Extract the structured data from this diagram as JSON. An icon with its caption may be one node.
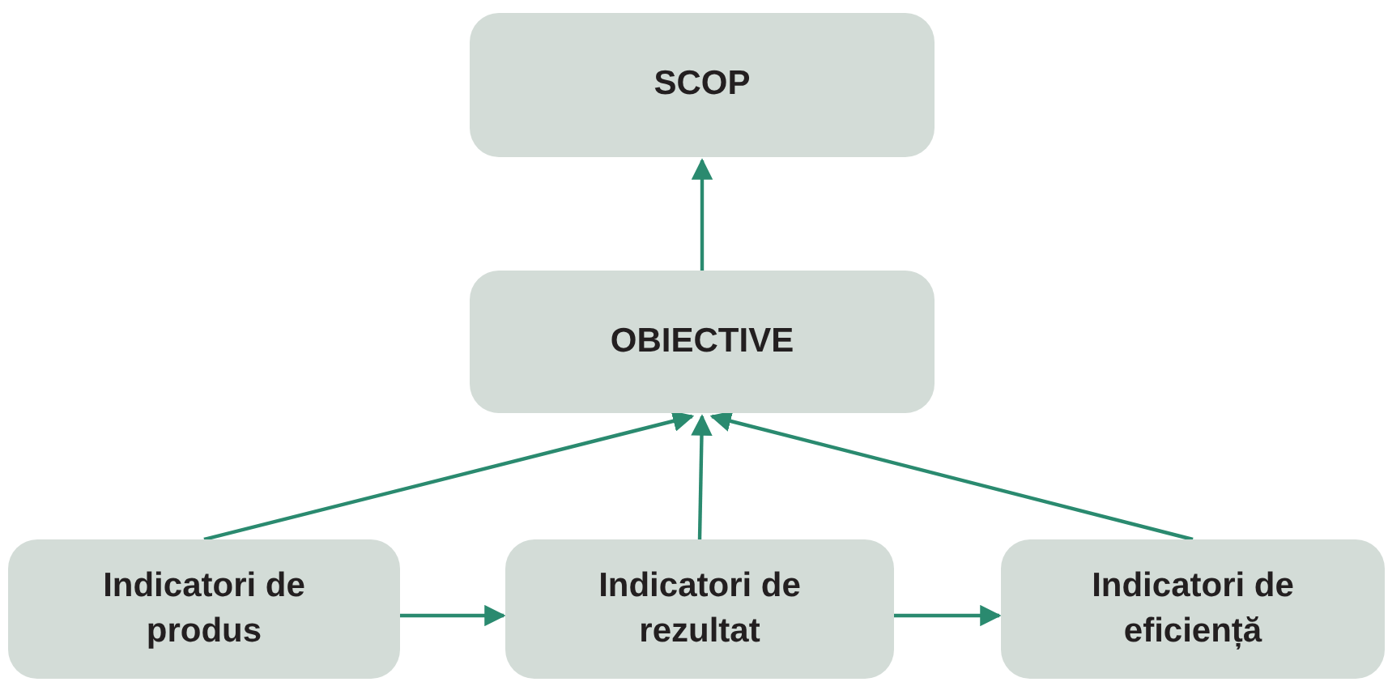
{
  "diagram": {
    "nodes": [
      {
        "text": [
          "SCOP"
        ]
      },
      {
        "text": [
          "OBIECTIVE"
        ]
      },
      {
        "text": [
          "Indicatori de produs"
        ]
      },
      {
        "text": [
          "Indicatori de rezultat"
        ]
      },
      {
        "text": [
          "Indicatori de eficiență"
        ]
      }
    ],
    "edges": [
      {
        "from": 1,
        "to": 0,
        "arrow": "to"
      },
      {
        "from": 2,
        "to": 1,
        "arrow": "to"
      },
      {
        "from": 3,
        "to": 1,
        "arrow": "to"
      },
      {
        "from": 4,
        "to": 1,
        "arrow": "to"
      },
      {
        "from": 2,
        "to": 3,
        "arrow": "to"
      },
      {
        "from": 3,
        "to": 4,
        "arrow": "to"
      }
    ]
  }
}
